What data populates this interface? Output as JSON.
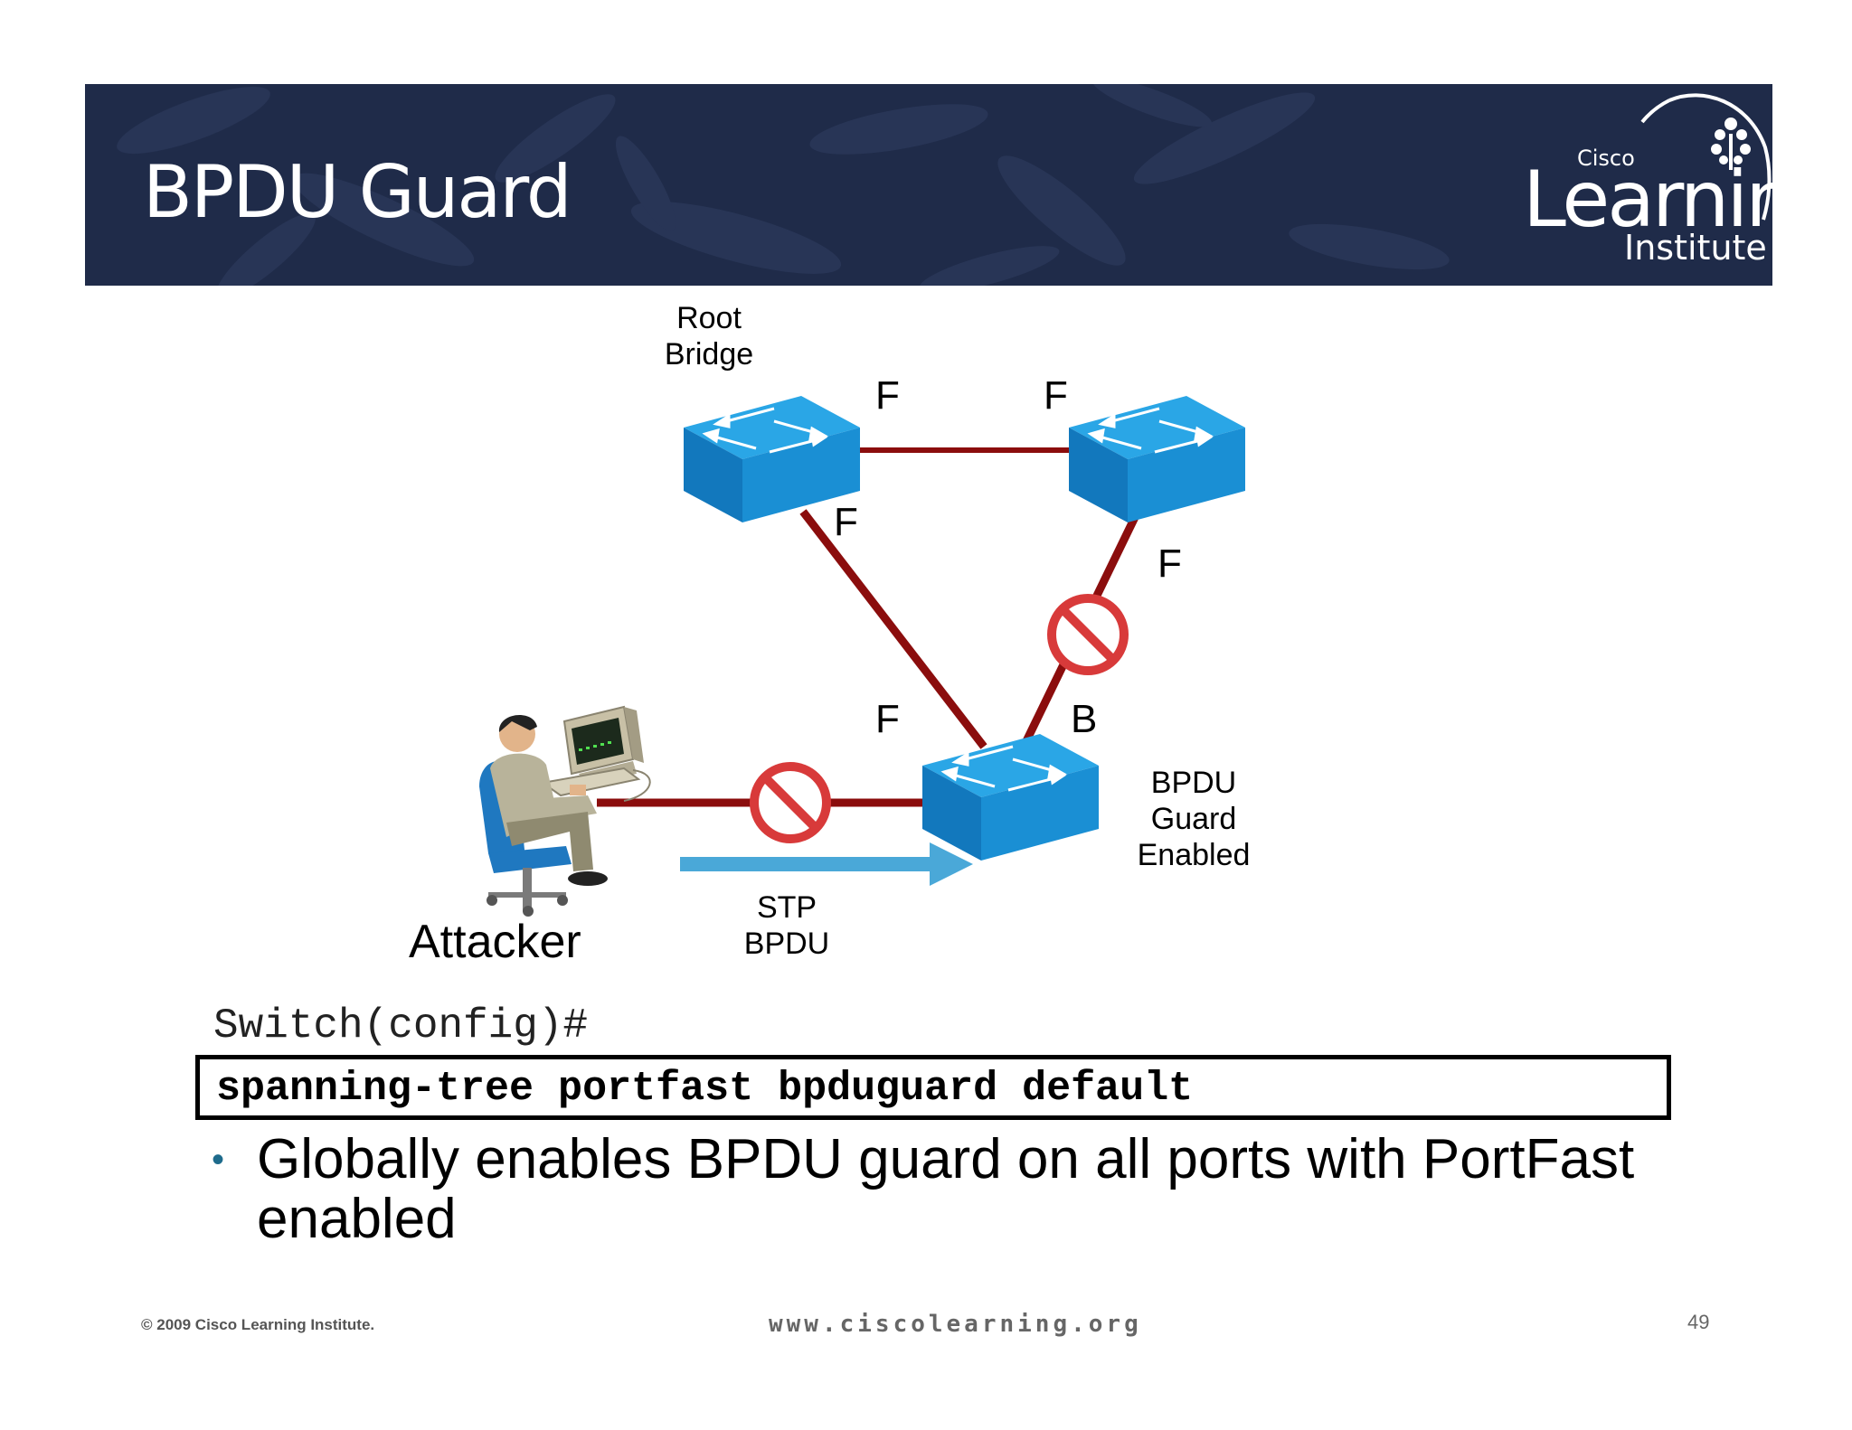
{
  "slide": {
    "title": "BPDU Guard",
    "logo": {
      "brand": "Cisco",
      "word": "Learning",
      "sub": "Institute"
    }
  },
  "diagram": {
    "root_bridge_label": "Root\nBridge",
    "bpdu_guard_label": "BPDU\nGuard\nEnabled",
    "stp_bpdu_label": "STP\nBPDU",
    "attacker_label": "Attacker",
    "port_states": {
      "root_right": "F",
      "right_left": "F",
      "root_down": "F",
      "right_down": "F",
      "bottom_left": "F",
      "bottom_right": "B"
    },
    "colors": {
      "link": "#8b0d0d",
      "switch_top": "#2aa6e6",
      "switch_side": "#1278bd",
      "prohibit": "#d83a3a",
      "arrow": "#4aa8d8"
    }
  },
  "config": {
    "prompt": "Switch(config)#",
    "command": "spanning-tree portfast bpduguard default"
  },
  "bullet": {
    "text": "Globally enables BPDU guard on all ports with PortFast enabled"
  },
  "footer": {
    "copyright": "© 2009 Cisco Learning Institute.",
    "url": "www.ciscolearning.org",
    "page": "49"
  }
}
